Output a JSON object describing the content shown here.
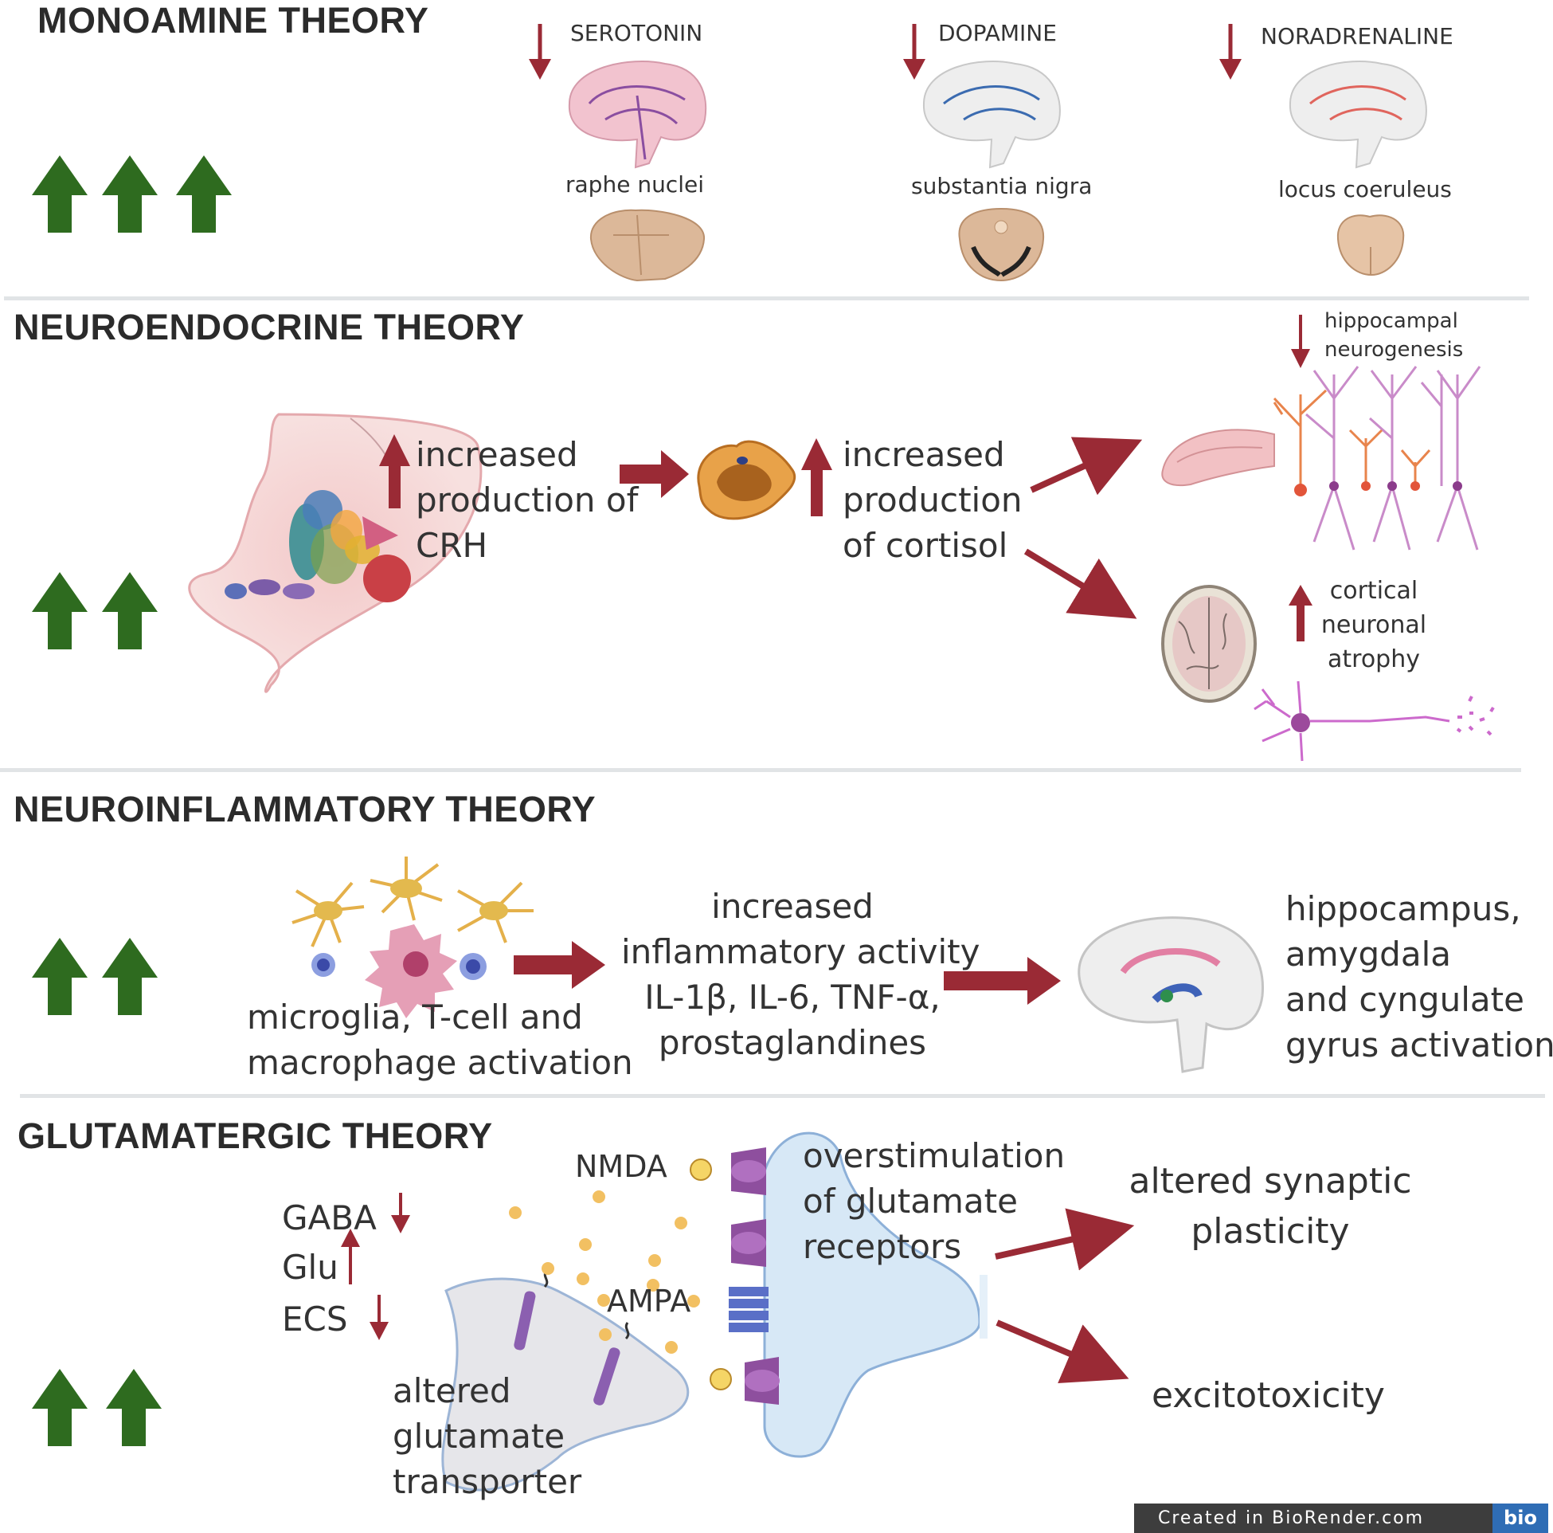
{
  "sections": {
    "monoamine": {
      "title": "MONOAMINE THEORY",
      "serotonin": "SEROTONIN",
      "dopamine": "DOPAMINE",
      "noradrenaline": "NORADRENALINE",
      "raphe": "raphe nuclei",
      "nigra": "substantia nigra",
      "coeruleus": "locus coeruleus",
      "severity_arrows": 3
    },
    "neuroendocrine": {
      "title": "NEUROENDOCRINE THEORY",
      "crh": [
        "increased",
        "production of",
        "CRH"
      ],
      "cortisol": [
        "increased",
        "production",
        "of cortisol"
      ],
      "neurogenesis": [
        "hippocampal",
        "neurogenesis"
      ],
      "atrophy": [
        "cortical",
        "neuronal",
        "atrophy"
      ],
      "severity_arrows": 2
    },
    "neuroinflammatory": {
      "title": "NEUROINFLAMMATORY THEORY",
      "cells": [
        "microglia, T-cell and",
        "macrophage activation"
      ],
      "activity": [
        "increased",
        "inflammatory activity",
        "IL-1β, IL-6, TNF-α,",
        "prostaglandines"
      ],
      "regions": [
        "hippocampus,",
        "amygdala",
        "and cyngulate",
        "gyrus activation"
      ],
      "severity_arrows": 2
    },
    "glutamatergic": {
      "title": "GLUTAMATERGIC THEORY",
      "gaba": "GABA",
      "glu": "Glu",
      "ecs": "ECS",
      "nmda": "NMDA",
      "ampa": "AMPA",
      "overstim": [
        "overstimulation",
        "of glutamate",
        "receptors"
      ],
      "transporter": [
        "altered",
        "glutamate",
        "transporter"
      ],
      "plasticity": [
        "altered synaptic",
        "plasticity"
      ],
      "excitotoxicity": "excitotoxicity",
      "severity_arrows": 2
    }
  },
  "watermark": {
    "text": "Created in BioRender.com",
    "logo": "bio"
  },
  "colors": {
    "green_arrow": "#2e6b1f",
    "red_arrow": "#9a2a35",
    "divider": "#e1e4e6"
  }
}
